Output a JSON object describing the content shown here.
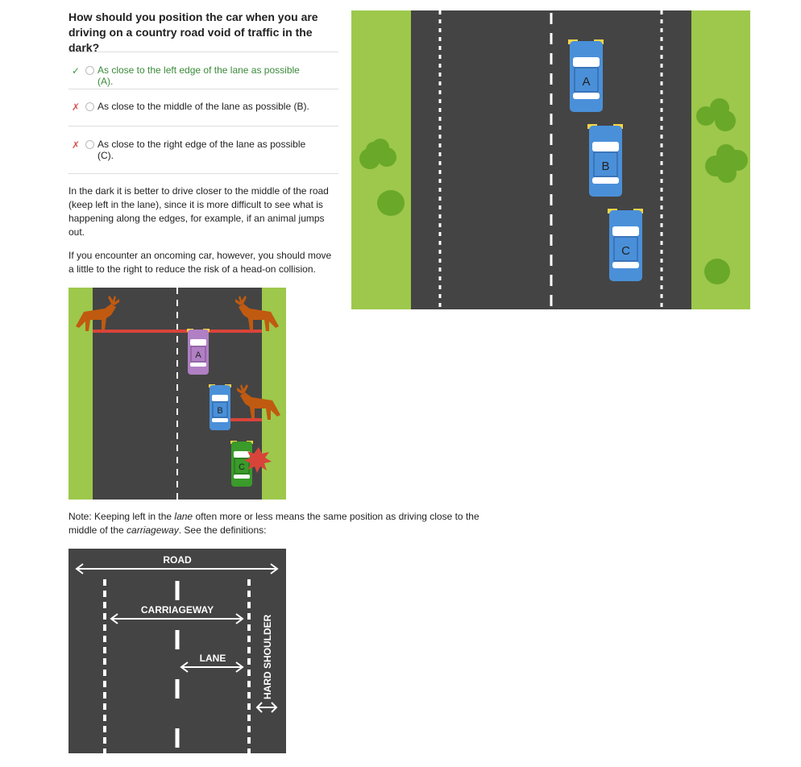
{
  "question": "How should you position the car when you are driving on a country road void of traffic in the dark?",
  "answers": [
    {
      "mark": "✓",
      "label": "As close to the left edge of the lane as possible (A).",
      "status": "correct"
    },
    {
      "mark": "✗",
      "label": "As close to the middle of the lane as possible (B).",
      "status": "wrong"
    },
    {
      "mark": "✗",
      "label": "As close to the right edge of the lane as possible (C).",
      "status": "wrong"
    }
  ],
  "explanation": {
    "p1": "In the dark it is better to drive closer to the middle of the road (keep left in the lane), since it is more difficult to see what is happening along the edges, for example, if an animal jumps out.",
    "p2": "If you encounter an oncoming car, however, you should move a little to the right to reduce the risk of a head-on collision."
  },
  "note": {
    "pre": "Note: Keeping left in the ",
    "lane_word": "lane",
    "mid": " often more or less means the same position as driving close to the middle of the ",
    "carriageway_word": "carriageway",
    "post": ". See the definitions:"
  },
  "top_diagram": {
    "car_a": "A",
    "car_b": "B",
    "car_c": "C"
  },
  "moose_diagram": {
    "car_a": "A",
    "car_b": "B",
    "car_c": "C"
  },
  "definitions_diagram": {
    "road": "ROAD",
    "carriageway": "CARRIAGEWAY",
    "lane": "LANE",
    "hard_shoulder": "HARD SHOULDER"
  },
  "colors": {
    "grass": "#9dc84b",
    "asphalt": "#444444",
    "car_blue": "#4a90d9",
    "car_purple": "#b07fc4",
    "car_green": "#3a9a2a",
    "moose": "#c05a10",
    "danger_line": "#d9443a",
    "bush": "#6aa82a",
    "correct": "#3a9a3a",
    "wrong": "#d9534f"
  }
}
